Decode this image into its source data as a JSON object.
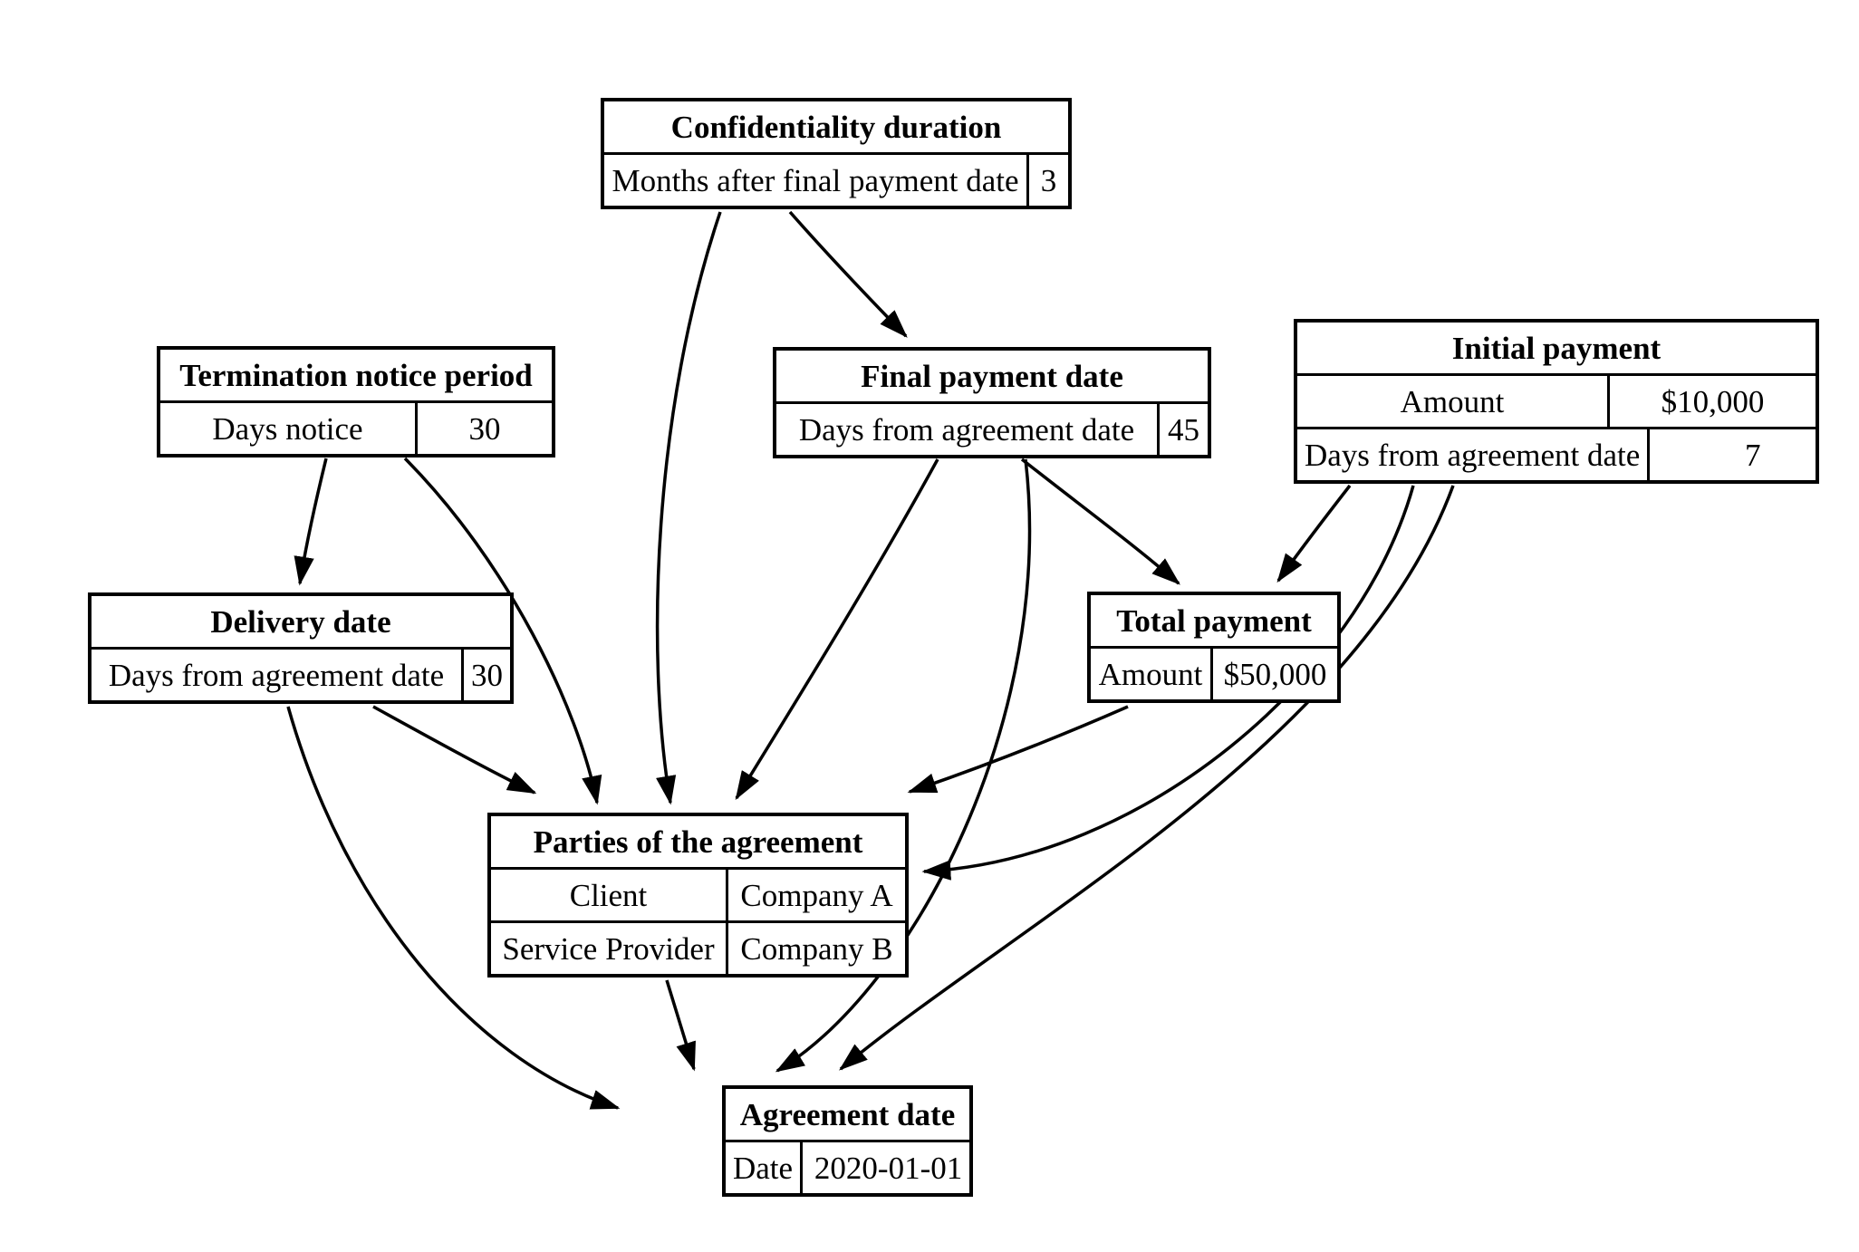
{
  "diagram": {
    "background_color": "#ffffff",
    "line_color": "#000000",
    "nodes": {
      "confidentiality_duration": {
        "title": "Confidentiality duration",
        "rows": [
          {
            "label": "Months after final payment date",
            "value": "3"
          }
        ]
      },
      "termination_notice_period": {
        "title": "Termination notice period",
        "rows": [
          {
            "label": "Days notice",
            "value": "30"
          }
        ]
      },
      "final_payment_date": {
        "title": "Final payment date",
        "rows": [
          {
            "label": "Days from agreement date",
            "value": "45"
          }
        ]
      },
      "initial_payment": {
        "title": "Initial payment",
        "rows": [
          {
            "label": "Amount",
            "value": "$10,000"
          },
          {
            "label": "Days from agreement date",
            "value": "7"
          }
        ]
      },
      "delivery_date": {
        "title": "Delivery date",
        "rows": [
          {
            "label": "Days from agreement date",
            "value": "30"
          }
        ]
      },
      "total_payment": {
        "title": "Total payment",
        "rows": [
          {
            "label": "Amount",
            "value": "$50,000"
          }
        ]
      },
      "parties_of_the_agreement": {
        "title": "Parties of the agreement",
        "rows": [
          {
            "label": "Client",
            "value": "Company A"
          },
          {
            "label": "Service Provider",
            "value": "Company B"
          }
        ]
      },
      "agreement_date": {
        "title": "Agreement date",
        "rows": [
          {
            "label": "Date",
            "value": "2020-01-01"
          }
        ]
      }
    },
    "edges": [
      {
        "from": "confidentiality_duration",
        "to": "final_payment_date"
      },
      {
        "from": "confidentiality_duration",
        "to": "parties_of_the_agreement"
      },
      {
        "from": "termination_notice_period",
        "to": "delivery_date"
      },
      {
        "from": "termination_notice_period",
        "to": "parties_of_the_agreement"
      },
      {
        "from": "final_payment_date",
        "to": "total_payment"
      },
      {
        "from": "final_payment_date",
        "to": "parties_of_the_agreement"
      },
      {
        "from": "final_payment_date",
        "to": "agreement_date"
      },
      {
        "from": "initial_payment",
        "to": "total_payment"
      },
      {
        "from": "initial_payment",
        "to": "parties_of_the_agreement"
      },
      {
        "from": "initial_payment",
        "to": "agreement_date"
      },
      {
        "from": "delivery_date",
        "to": "parties_of_the_agreement"
      },
      {
        "from": "delivery_date",
        "to": "agreement_date"
      },
      {
        "from": "total_payment",
        "to": "parties_of_the_agreement"
      },
      {
        "from": "parties_of_the_agreement",
        "to": "agreement_date"
      }
    ]
  }
}
